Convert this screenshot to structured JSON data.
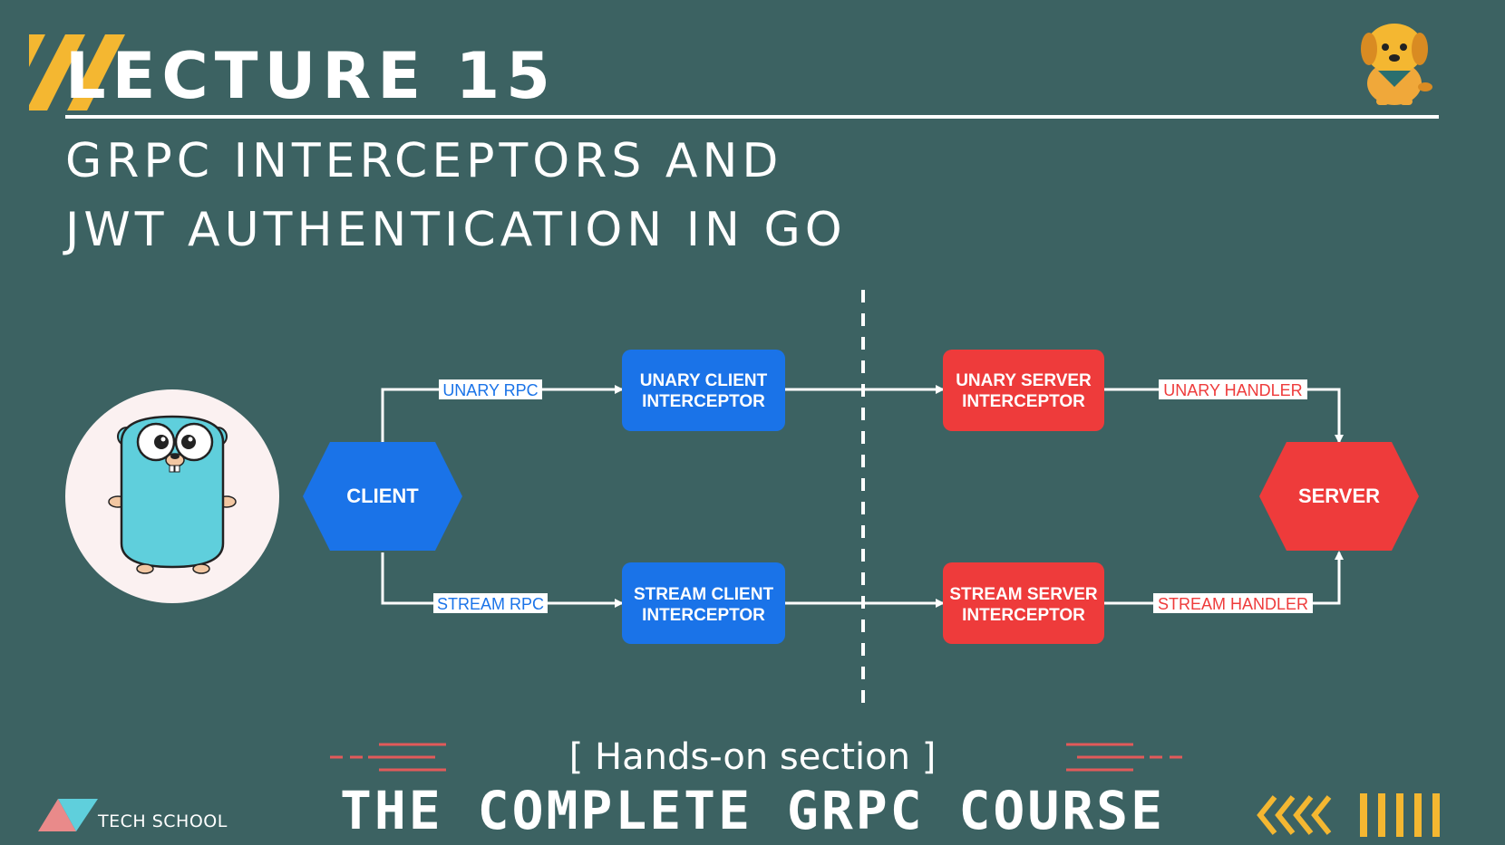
{
  "header": {
    "lecture_title": "LECTURE 15",
    "subtitle_line_1": "GRPC INTERCEPTORS AND",
    "subtitle_line_2": "JWT AUTHENTICATION IN GO"
  },
  "diagram": {
    "client_label": "CLIENT",
    "server_label": "SERVER",
    "unary_rpc_label": "UNARY RPC",
    "stream_rpc_label": "STREAM RPC",
    "unary_client_interceptor": [
      "UNARY CLIENT",
      "INTERCEPTOR"
    ],
    "stream_client_interceptor": [
      "STREAM CLIENT",
      "INTERCEPTOR"
    ],
    "unary_server_interceptor": [
      "UNARY SERVER",
      "INTERCEPTOR"
    ],
    "stream_server_interceptor": [
      "STREAM SERVER",
      "INTERCEPTOR"
    ],
    "unary_handler_label": "UNARY HANDLER",
    "stream_handler_label": "STREAM HANDLER"
  },
  "footer": {
    "section_label": "[ Hands-on section ]",
    "course_title": "THE COMPLETE GRPC COURSE",
    "brand_name": "TECH SCHOOL"
  },
  "colors": {
    "background": "#3c6262",
    "client_blue": "#1a73e8",
    "server_red": "#ee3b3b",
    "accent_yellow": "#f4b731",
    "accent_red": "#e25a5a"
  },
  "icons": {
    "header_stripes": "yellow-diagonal-stripes-icon",
    "mascot": "dog-mascot-icon",
    "gopher": "go-gopher-icon",
    "brand_logo": "tech-school-logo-icon",
    "chevrons": "chevrons-left-icon"
  }
}
